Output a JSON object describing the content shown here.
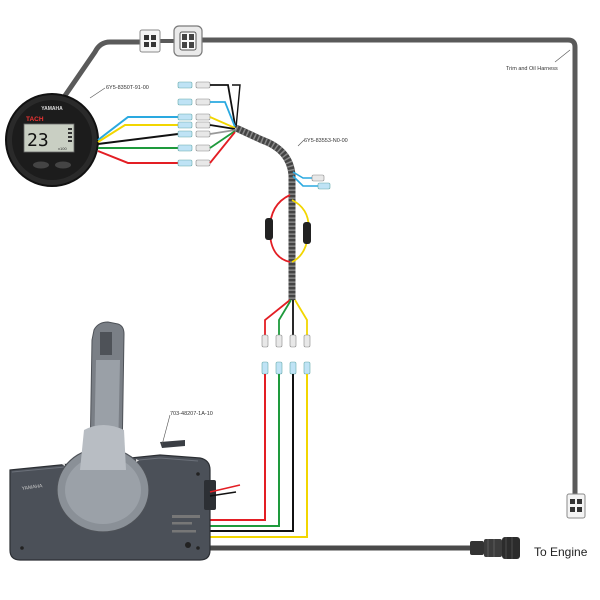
{
  "labels": {
    "tach_part": "6Y5-8350T-91-00",
    "harness_part": "6Y5-83553-N0-00",
    "control_part": "703-48207-1A-10",
    "trim_oil": "Trim and Oil Harness",
    "to_engine": "To Engine"
  },
  "gauge": {
    "brand": "YAMAHA",
    "mode": "TACH",
    "reading": "23",
    "unit": "x100"
  },
  "control_box": {
    "brand": "YAMAHA"
  },
  "colors": {
    "harness": "#5a5a5a",
    "red": "#e31e24",
    "yellow": "#f2d600",
    "green": "#1e9a3c",
    "blue": "#2aa9e0",
    "black": "#111111",
    "connector_blue": "#bfe3f5"
  }
}
